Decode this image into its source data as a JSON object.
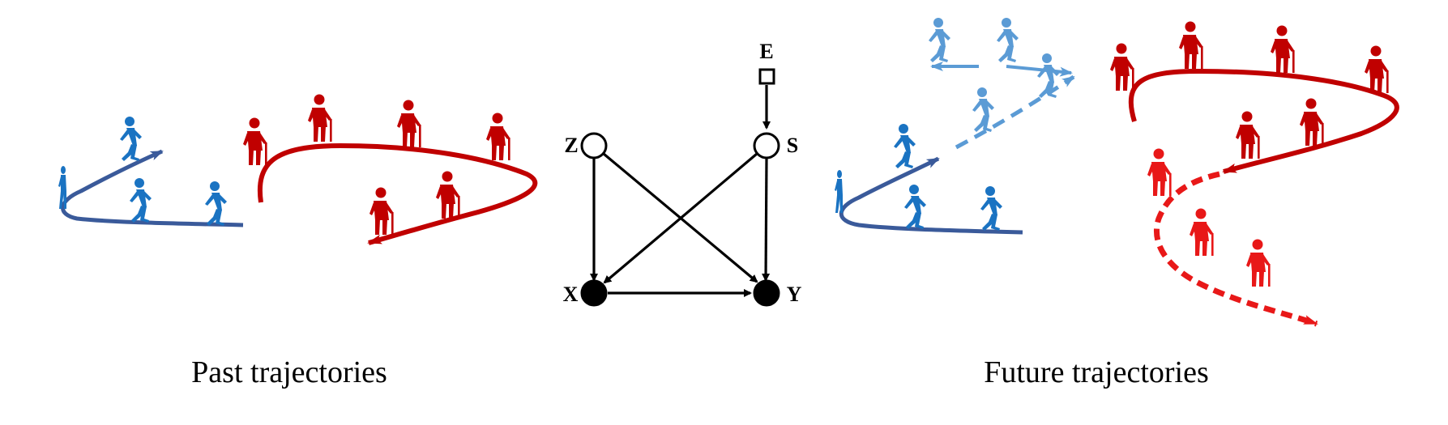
{
  "captions": {
    "past": "Past trajectories",
    "future": "Future trajectories"
  },
  "causal_graph": {
    "nodes": [
      {
        "id": "E",
        "label": "E",
        "shape": "square",
        "filled": false
      },
      {
        "id": "Z",
        "label": "Z",
        "shape": "circle",
        "filled": false
      },
      {
        "id": "S",
        "label": "S",
        "shape": "circle",
        "filled": false
      },
      {
        "id": "X",
        "label": "X",
        "shape": "circle",
        "filled": true
      },
      {
        "id": "Y",
        "label": "Y",
        "shape": "circle",
        "filled": true
      }
    ],
    "edges": [
      {
        "from": "E",
        "to": "S"
      },
      {
        "from": "Z",
        "to": "X"
      },
      {
        "from": "Z",
        "to": "Y"
      },
      {
        "from": "S",
        "to": "X"
      },
      {
        "from": "S",
        "to": "Y"
      },
      {
        "from": "X",
        "to": "Y"
      }
    ]
  },
  "colors": {
    "walker_blue": "#1a73c2",
    "walker_blue_light": "#5b9bd5",
    "path_blue": "#3a5a9a",
    "elder_red": "#c00000",
    "elder_red_bright": "#e81818",
    "graph_black": "#000000"
  },
  "icons": {
    "pedestrian": "walking-person-icon",
    "elderly": "elderly-person-with-cane-icon"
  }
}
